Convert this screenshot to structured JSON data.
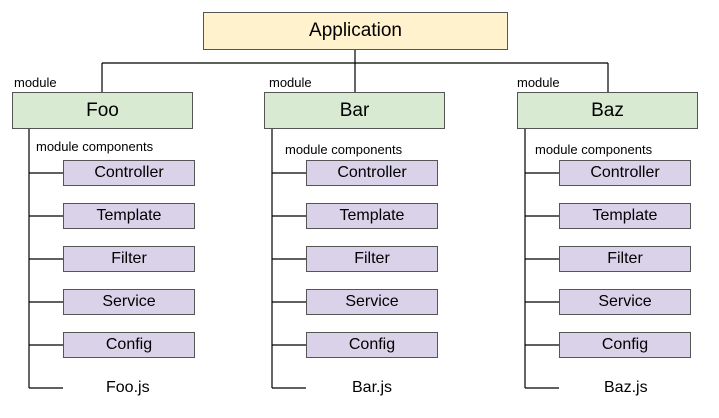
{
  "application": {
    "label": "Application"
  },
  "module_label": "module",
  "components_label": "module components",
  "modules": [
    {
      "name": "Foo",
      "file": "Foo.js",
      "components": [
        "Controller",
        "Template",
        "Filter",
        "Service",
        "Config"
      ]
    },
    {
      "name": "Bar",
      "file": "Bar.js",
      "components": [
        "Controller",
        "Template",
        "Filter",
        "Service",
        "Config"
      ]
    },
    {
      "name": "Baz",
      "file": "Baz.js",
      "components": [
        "Controller",
        "Template",
        "Filter",
        "Service",
        "Config"
      ]
    }
  ],
  "colors": {
    "application_fill": "#fff2cc",
    "module_fill": "#d9ead3",
    "component_fill": "#d9d2e9",
    "line": "#000000"
  }
}
